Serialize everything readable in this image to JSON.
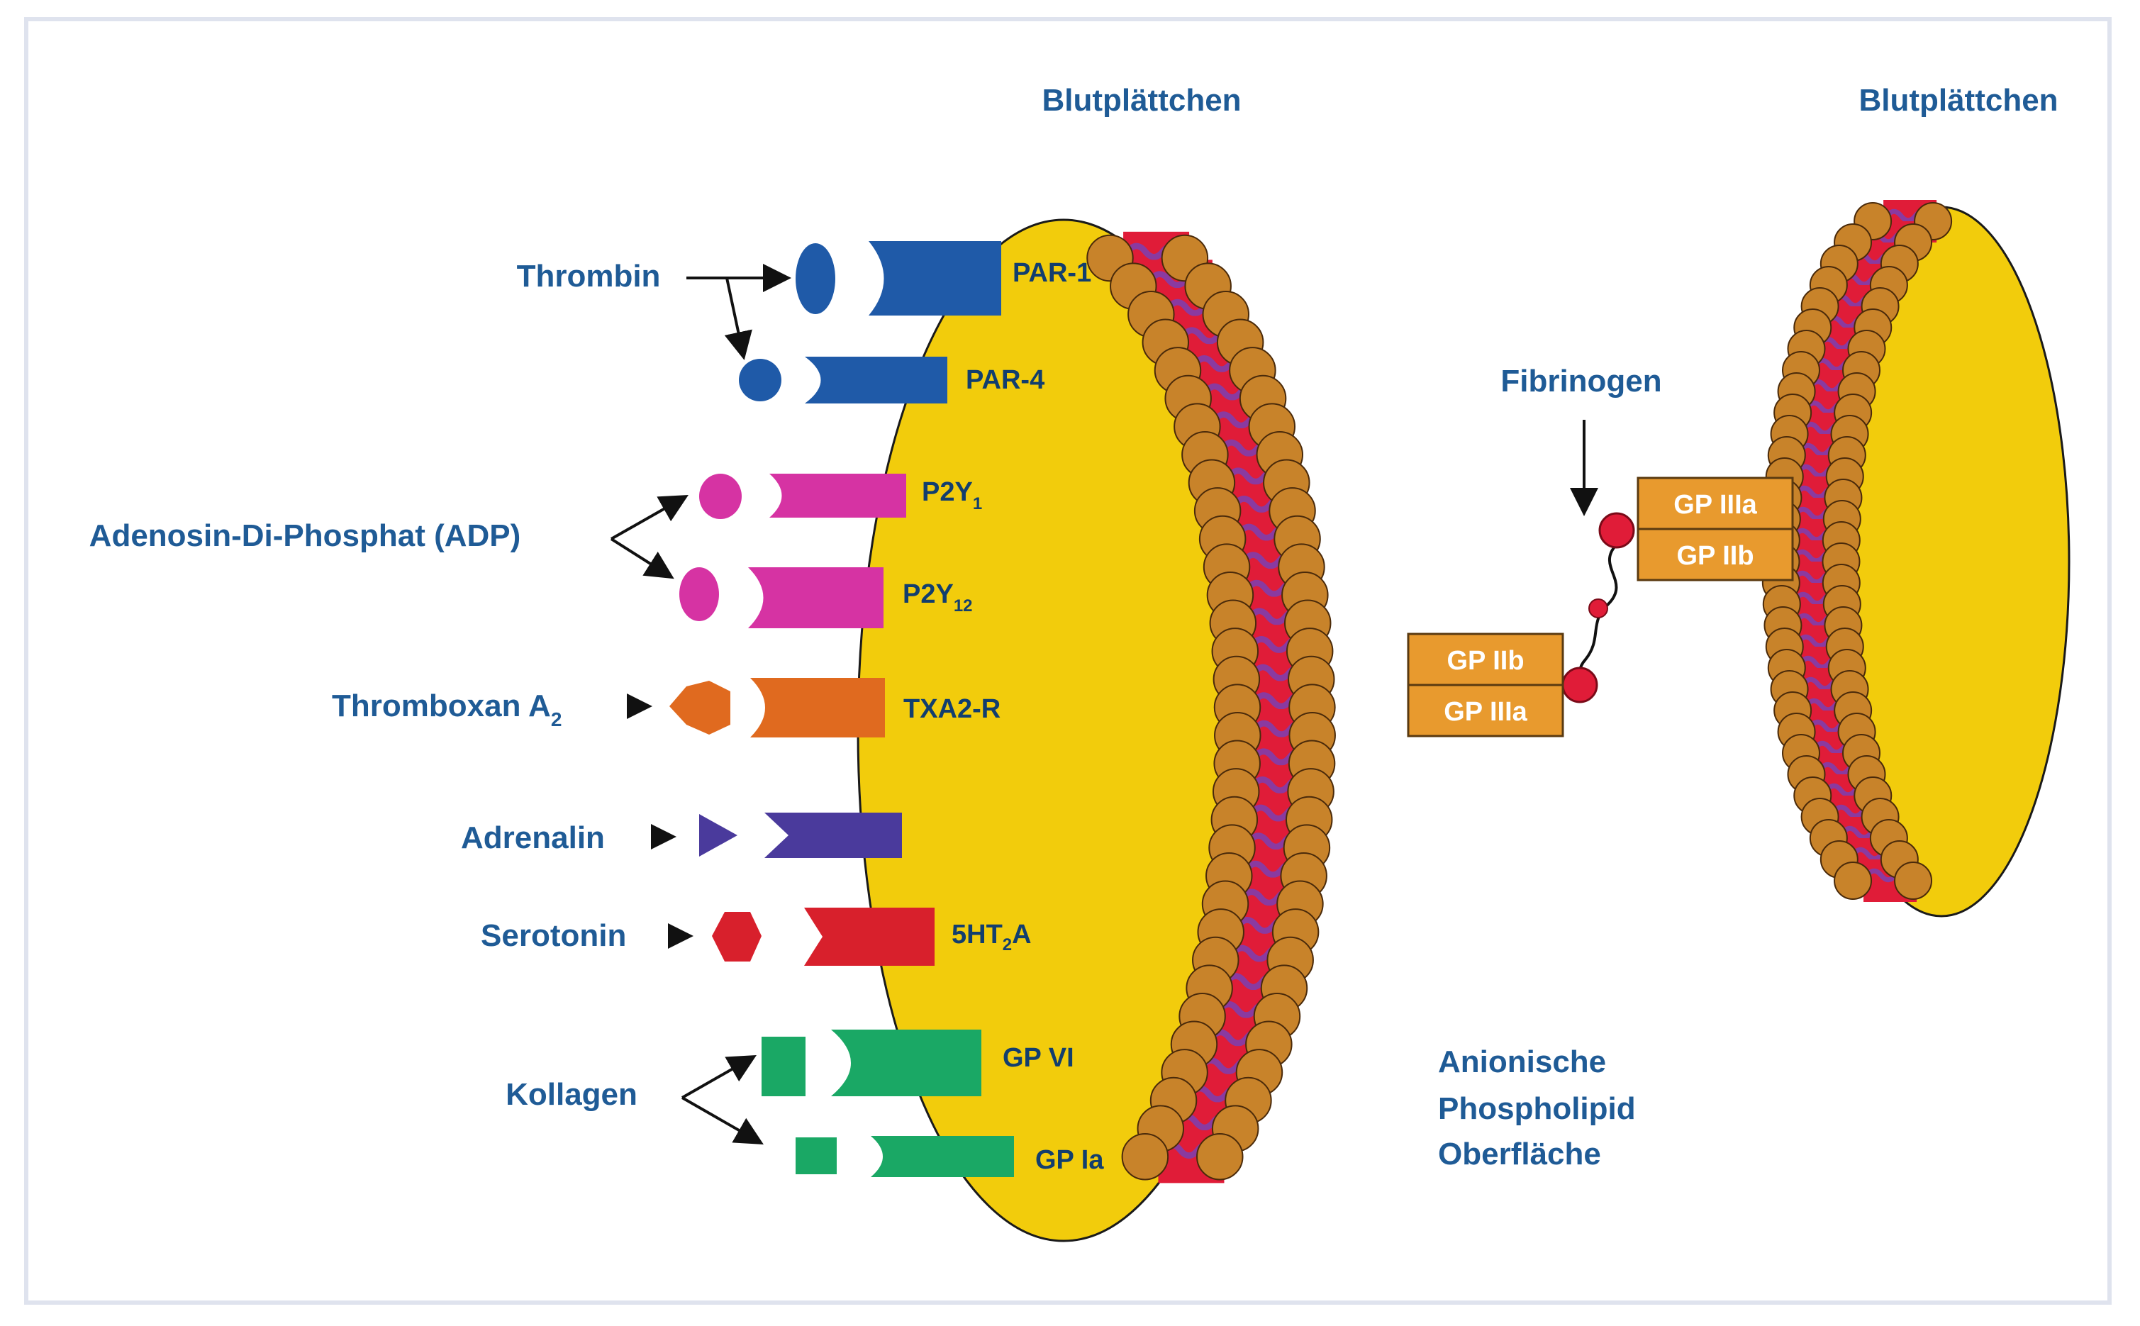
{
  "labels": {
    "platelet_left": "Blutplättchen",
    "platelet_right": "Blutplättchen",
    "fibrinogen": "Fibrinogen",
    "anionic_surface": [
      "Anionische",
      "Phospholipid",
      "Oberfläche"
    ]
  },
  "ligands": {
    "thrombin": "Thrombin",
    "adp": "Adenosin-Di-Phosphat (ADP)",
    "thromboxan": "Thromboxan A",
    "thromboxan_sub": "2",
    "adrenalin": "Adrenalin",
    "serotonin": "Serotonin",
    "kollagen": "Kollagen"
  },
  "receptors": {
    "par1": "PAR-1",
    "par4": "PAR-4",
    "p2y1": "P2Y",
    "p2y1_sub": "1",
    "p2y12": "P2Y",
    "p2y12_sub": "12",
    "txa2r": "TXA2-R",
    "ht2a_a": "5HT",
    "ht2a_sub": "2",
    "ht2a_b": "A",
    "gpvi": "GP VI",
    "gpia": "GP Ia"
  },
  "glycoproteins": {
    "left_top": "GP IIb",
    "left_bottom": "GP IIIa",
    "right_top": "GP IIIa",
    "right_bottom": "GP IIb"
  },
  "colors": {
    "platelet": "#f2cc0c",
    "thrombin": "#1f5aa8",
    "adp": "#d633a3",
    "thromboxan": "#e06a1f",
    "adrenalin": "#4a3a9c",
    "serotonin": "#d8202c",
    "kollagen": "#1aa865",
    "gp_box": "#e89a2e",
    "lipid_head": "#c8832a",
    "lipid_body": "#e01c38",
    "lipid_tail": "#8a3aa0"
  }
}
